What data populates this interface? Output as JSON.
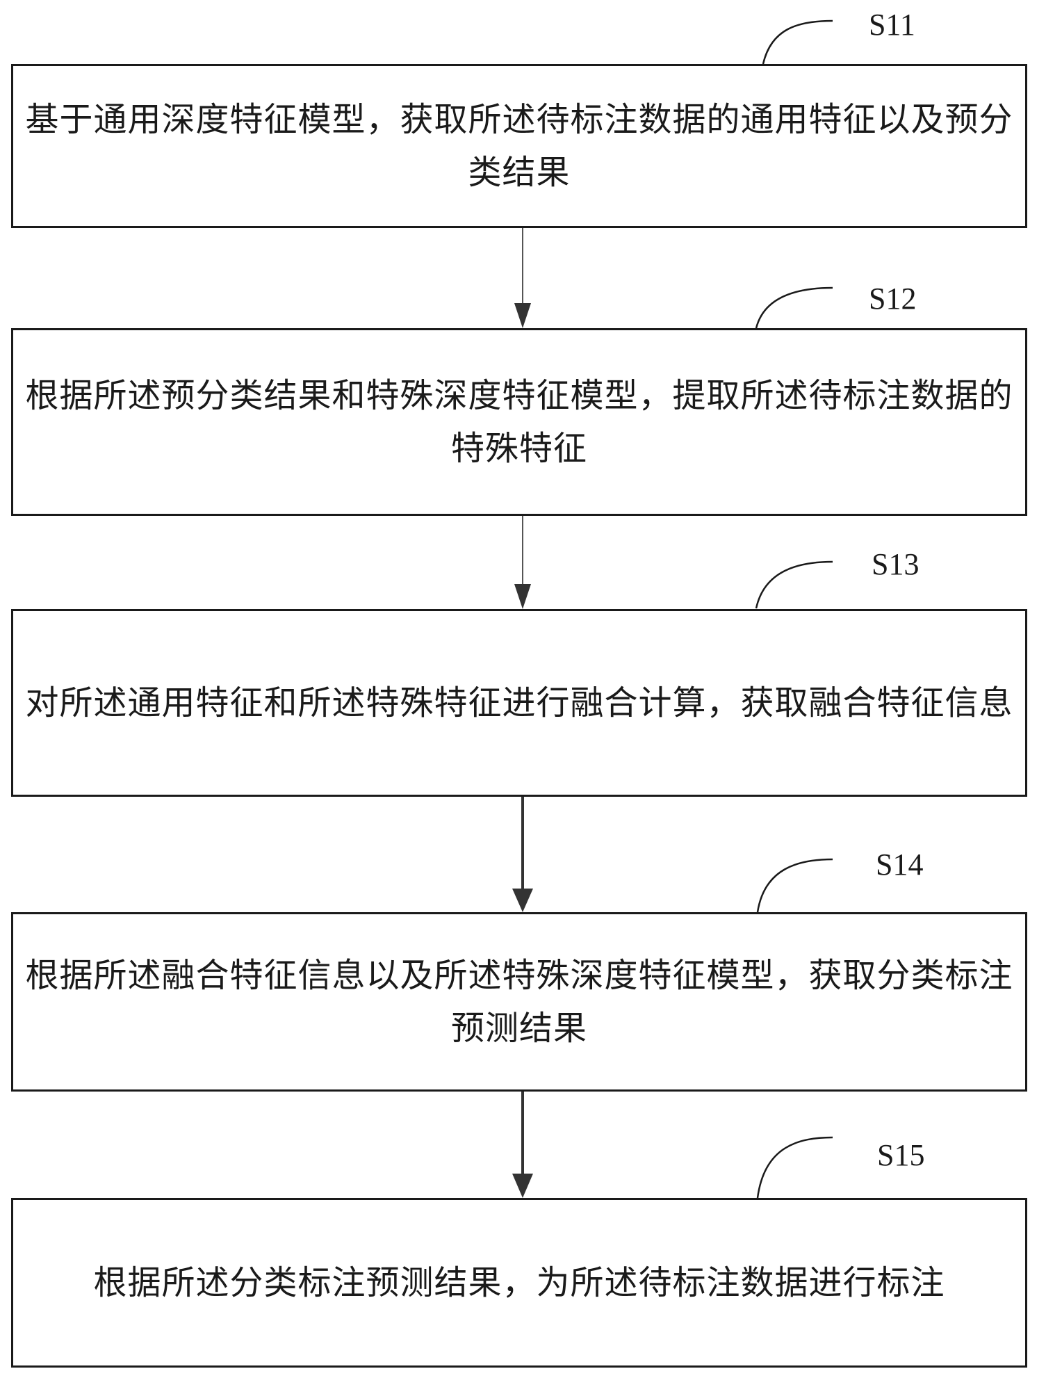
{
  "flowchart": {
    "steps": [
      {
        "label": "S11",
        "text": "基于通用深度特征模型，获取所述待标注数据的通用特征以及预分类结果"
      },
      {
        "label": "S12",
        "text": "根据所述预分类结果和特殊深度特征模型，提取所述待标注数据的特殊特征"
      },
      {
        "label": "S13",
        "text": "对所述通用特征和所述特殊特征进行融合计算，获取融合特征信息"
      },
      {
        "label": "S14",
        "text": "根据所述融合特征信息以及所述特殊深度特征模型，获取分类标注预测结果"
      },
      {
        "label": "S15",
        "text": "根据所述分类标注预测结果，为所述待标注数据进行标注"
      }
    ],
    "colors": {
      "stroke": "#1a1a1a",
      "arrow": "#444444",
      "background": "#ffffff"
    }
  }
}
